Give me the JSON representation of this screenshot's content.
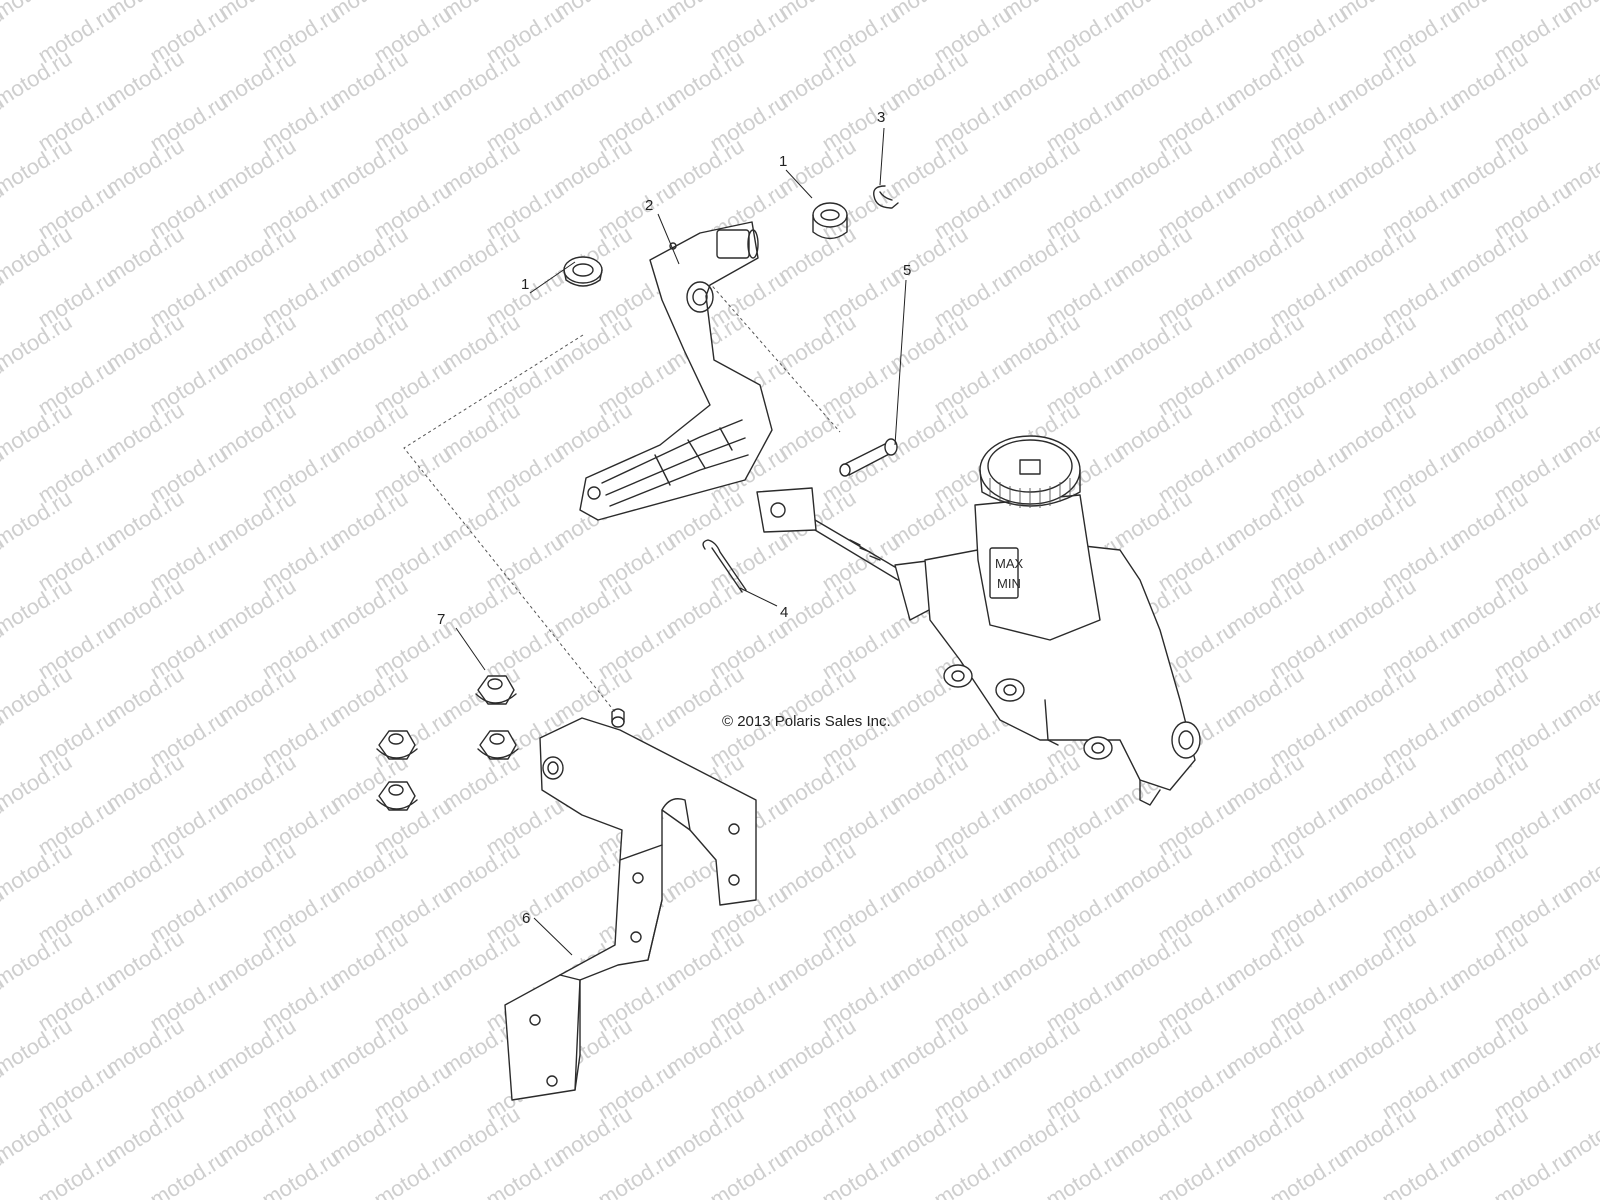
{
  "watermark": {
    "text": "motod.ru"
  },
  "copyright": "© 2013 Polaris Sales Inc.",
  "reservoir_cap_marks": {
    "max": "MAX",
    "min": "MIN"
  },
  "callouts": [
    {
      "id": "callout-1a",
      "label": "1"
    },
    {
      "id": "callout-1b",
      "label": "1"
    },
    {
      "id": "callout-2",
      "label": "2"
    },
    {
      "id": "callout-3",
      "label": "3"
    },
    {
      "id": "callout-4",
      "label": "4"
    },
    {
      "id": "callout-5",
      "label": "5"
    },
    {
      "id": "callout-6",
      "label": "6"
    },
    {
      "id": "callout-7",
      "label": "7"
    }
  ]
}
